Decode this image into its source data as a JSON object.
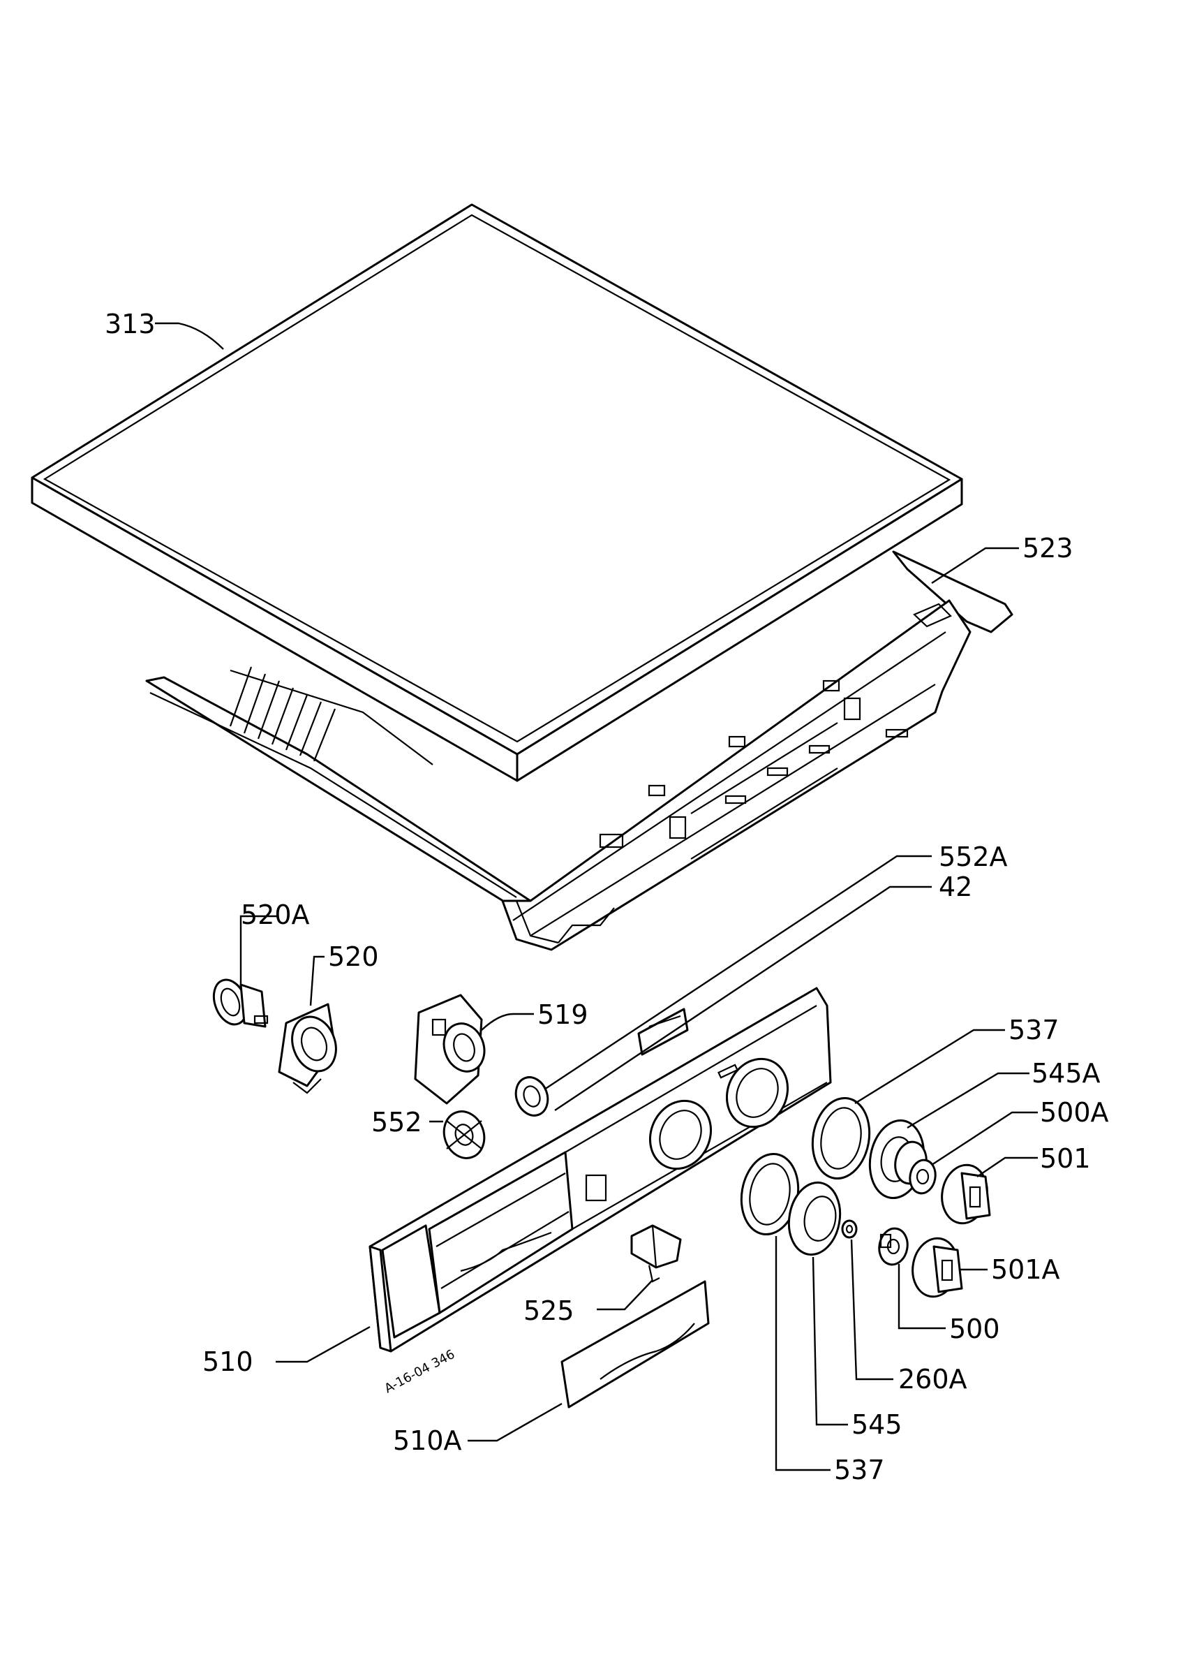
{
  "diagram": {
    "drawing_number": "A-16-04 346",
    "labels": {
      "313": "313",
      "523": "523",
      "552A": "552A",
      "42": "42",
      "520A": "520A",
      "520": "520",
      "519": "519",
      "537_top": "537",
      "545A": "545A",
      "500A": "500A",
      "501": "501",
      "552": "552",
      "501A": "501A",
      "525": "525",
      "500": "500",
      "510": "510",
      "260A": "260A",
      "545": "545",
      "510A": "510A",
      "537_bottom": "537"
    }
  }
}
